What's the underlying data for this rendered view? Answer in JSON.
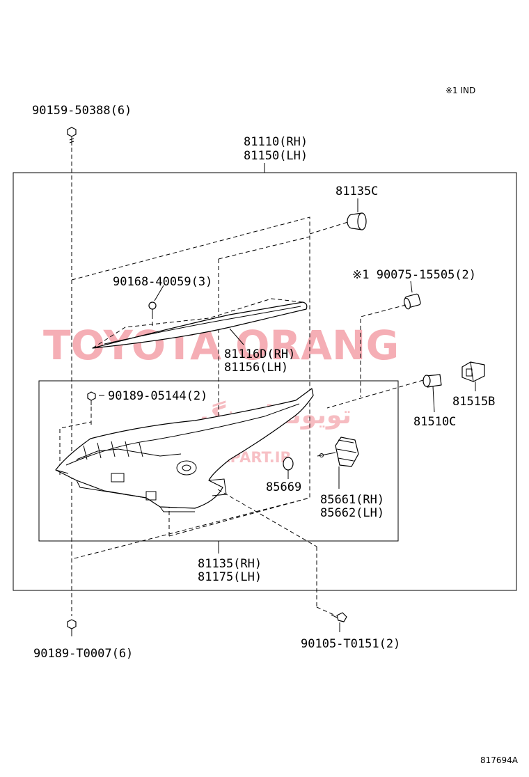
{
  "note": "※1 IND",
  "labels": {
    "screw_top": "90159-50388(6)",
    "lamp_assy_rh": "81110(RH)",
    "lamp_assy_lh": "81150(LH)",
    "cap": "81135C",
    "screw_mid": "90168-40059(3)",
    "bulb_ref": "※1 90075-15505(2)",
    "led_rh": "81116D(RH)",
    "led_lh": "81156(LH)",
    "screw_inner": "90189-05144(2)",
    "socket": "81515B",
    "bulb": "81510C",
    "gasket": "85669",
    "unit_rh": "85661(RH)",
    "unit_lh": "85662(LH)",
    "housing_rh": "81135(RH)",
    "housing_lh": "81175(LH)",
    "screw_bottom_left": "90189-T0007(6)",
    "screw_bottom_right": "90105-T0151(2)",
    "figure_id": "817694A"
  },
  "watermark": {
    "main": "TOYOTA ORANG",
    "arabic": "تویوتا اورنگ",
    "site": "TOYOTAPART.IR",
    "color": "#f4a6ad"
  }
}
